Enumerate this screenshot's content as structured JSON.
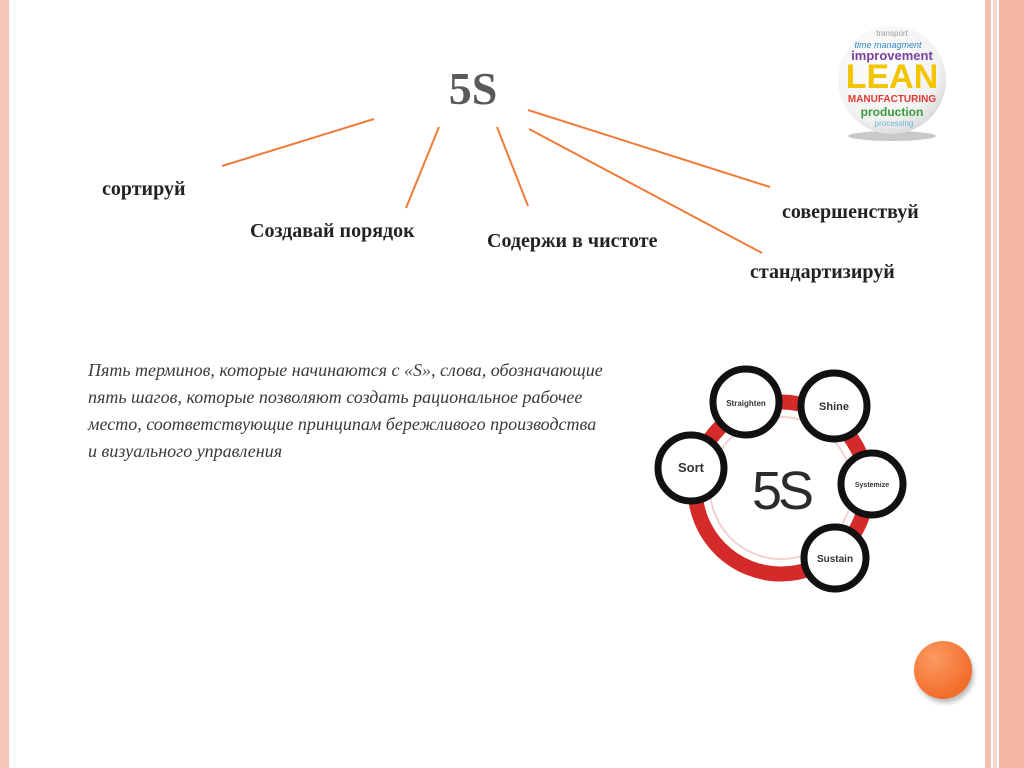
{
  "title": "5S",
  "terms": {
    "sort": "сортируй",
    "set_in_order": "Создавай порядок",
    "shine": "Содержи в чистоте",
    "standardize": "стандартизируй",
    "sustain": "совершенствуй"
  },
  "description": "Пять терминов, которые начинаются с «S», слова, обозначающие пять шагов, которые позволяют создать рациональное рабочее место, соответствующие принципам бережливого производства и визуального управления",
  "lean_badge": {
    "words": [
      "transport",
      "time managment",
      "improvement",
      "LEAN",
      "MANUFACTURING",
      "production",
      "processing"
    ]
  },
  "wheel": {
    "center": "5S",
    "steps": [
      "Straighten",
      "Shine",
      "Sort",
      "Systemize",
      "Sustain"
    ],
    "accent_color": "#d42a2a"
  },
  "colors": {
    "connector": "#f07b3a",
    "frame": "#f3b7a2",
    "dot": "#f57a3a"
  }
}
